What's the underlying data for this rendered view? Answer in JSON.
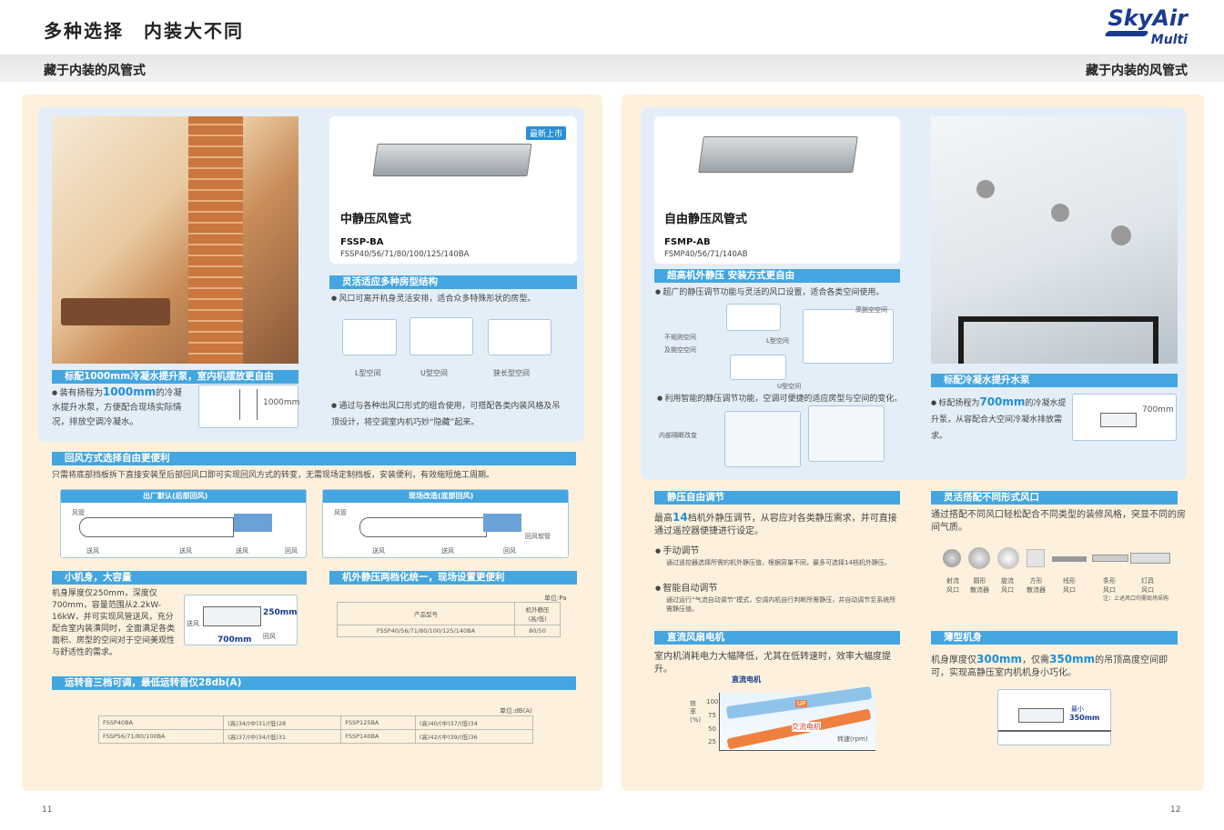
{
  "header": {
    "title": "多种选择　内装大不同",
    "subtitle_left": "藏于内装的风管式",
    "subtitle_right": "藏于内装的风管式",
    "logo_main": "SkyAir",
    "logo_sub": "Multi"
  },
  "left": {
    "product": {
      "badge": "最新上市",
      "name": "中静压风管式",
      "code": "FSSP-BA",
      "series": "FSSP40/56/71/80/100/125/140BA"
    },
    "photo_caption": "标配1000mm冷凝水提升泵，室内机摆放更自由",
    "pump": {
      "pre": "装有扬程为",
      "highlight": "1000mm",
      "post": "的冷凝水提升水泵，方便配合现场实际情况，排放空调冷凝水。",
      "diagram_label": "1000mm"
    },
    "flex": {
      "title": "灵活适应多种房型结构",
      "desc": "风口可离开机身灵活安排，适合众多特殊形状的房型。",
      "rooms": [
        "L型空间",
        "U型空间",
        "狭长型空间"
      ],
      "desc2": "通过与各种出风口形式的组合使用，可搭配各类内装风格及吊顶设计，将空调室内机巧妙“隐藏”起来。"
    },
    "return_air": {
      "title": "回风方式选择自由更便利",
      "desc": "只需将底部挡板拆下直接安装至后部回风口即可实现回风方式的转变，无需现场定制挡板，安装便利，有效缩短施工周期。",
      "diagram1_title": "出厂默认(后部回风)",
      "diagram2_title": "现场改造(底部回风)",
      "label_duct": "风管",
      "label_supply": "送风",
      "label_return": "回风",
      "label_soft": "回风软管"
    },
    "small_body": {
      "title": "小机身，大容量",
      "desc": "机身厚度仅250mm，深度仅700mm，容量范围从2.2kW-16kW，并可实现风管送风，充分配合室内装潢同时，全面满足各类面积、房型的空间对于空间美观性与舒适性的需求。",
      "dim_h": "250mm",
      "dim_w": "700mm",
      "label_supply": "送风",
      "label_return": "回风"
    },
    "static_table": {
      "title": "机外静压两档化统一，现场设置更便利",
      "unit": "单位:Pa",
      "headers": [
        "产品型号",
        "机外静压\n(高/低)"
      ],
      "row": [
        "FSSP40/56/71/80/100/125/140BA",
        "80/50"
      ]
    },
    "noise": {
      "title": "运转音三档可调，最低运转音仅28db(A)",
      "unit": "单位:dB(A)",
      "rows": [
        [
          "FSSP40BA",
          "(高)34/(中)31/(低)28",
          "FSSP125BA",
          "(高)40/(中)37/(低)34"
        ],
        [
          "FSSP56/71/80/100BA",
          "(高)37/(中)34/(低)31",
          "FSSP140BA",
          "(高)42/(中)39/(低)36"
        ]
      ]
    },
    "page_number": "11"
  },
  "right": {
    "product": {
      "name": "自由静压风管式",
      "code": "FSMP-AB",
      "series": "FSMP40/56/71/140AB"
    },
    "high_static": {
      "title": "超高机外静压  安装方式更自由",
      "desc": "超广的静压调节功能与灵活的风口设置，适合各类空间使用。",
      "labels": [
        "高挑空空间",
        "不规则空间",
        "及挑空空间",
        "L型空间",
        "U型空间"
      ],
      "desc2": "利用智能的静压调节功能，空调可便捷的适应房型与空间的变化。",
      "label_layout": "内部隔断改变"
    },
    "photo_caption": "标配冷凝水提升水泵",
    "pump": {
      "pre": "标配扬程为",
      "highlight": "700mm",
      "post": "的冷凝水提升泵，从容配合大空间冷凝水排放需求。",
      "diagram_label": "700mm"
    },
    "static_adjust": {
      "title": "静压自由调节",
      "pre": "最高",
      "highlight": "14",
      "post": "档机外静压调节，从容应对各类静压需求，并可直接通过遥控器便捷进行设定。",
      "item1_title": "手动调节",
      "item1_desc": "通过遥控器选择所需的机外静压值，根据容量不同，最多可选择14档机外静压。",
      "item2_title": "智能自动调节",
      "item2_desc": "通过运行“气流自动调节”模式，空调内机自行判断所需静压，并自动调节至系统所需静压值。"
    },
    "outlets": {
      "title": "灵活搭配不同形式风口",
      "desc": "通过搭配不同风口轻松配合不同类型的装修风格，突显不同的房间气质。",
      "items": [
        "射流\n风口",
        "圆形\n散流器",
        "旋流\n风口",
        "方形\n散流器",
        "线形\n风口",
        "条形\n风口",
        "灯具\n风口"
      ],
      "note": "注：上述风口均需现场采购"
    },
    "dc_motor": {
      "title": "直流风扇电机",
      "desc": "室内机消耗电力大幅降低，尤其在低转速时，效率大幅度提升。",
      "label_dc": "直流电机",
      "label_ac": "交流电机",
      "label_up": "UP",
      "y_label": "效率(%)",
      "x_label": "转速(rpm)",
      "y_ticks": [
        "100",
        "75",
        "50",
        "25"
      ]
    },
    "slim": {
      "title": "薄型机身",
      "pre": "机身厚度仅",
      "hl1": "300mm",
      "mid": "，仅需",
      "hl2": "350mm",
      "post": "的吊顶高度空间即可，实现高静压室内机机身小巧化。",
      "dim_prefix": "最小",
      "dim_value": "350mm"
    },
    "page_number": "12"
  }
}
